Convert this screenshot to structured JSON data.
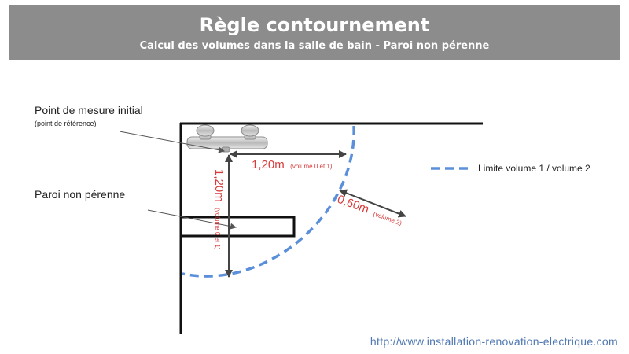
{
  "header": {
    "title": "Règle contournement",
    "subtitle": "Calcul des volumes dans la salle de bain - Paroi non pérenne"
  },
  "labels": {
    "point_mesure": "Point de mesure initial",
    "point_reference": "(point de référence)",
    "paroi": "Paroi non pérenne",
    "legend_limit": "Limite volume 1 / volume 2"
  },
  "dimensions": {
    "horizontal_value": "1,20m",
    "horizontal_note": "(volume 0 et 1)",
    "vertical_value": "1,20m",
    "vertical_note": "(volume 0 et 1)",
    "diagonal_value": "0,60m",
    "diagonal_note": "(volume 2)"
  },
  "footer": {
    "url": "http://www.installation-renovation-electrique.com"
  },
  "colors": {
    "banner": "#8c8c8c",
    "dashed_limit": "#5b8fd9",
    "dimension_text": "#d83b3b",
    "url": "#4f78b0"
  },
  "icons": {
    "faucet": "thermostatic-mixer-icon"
  }
}
